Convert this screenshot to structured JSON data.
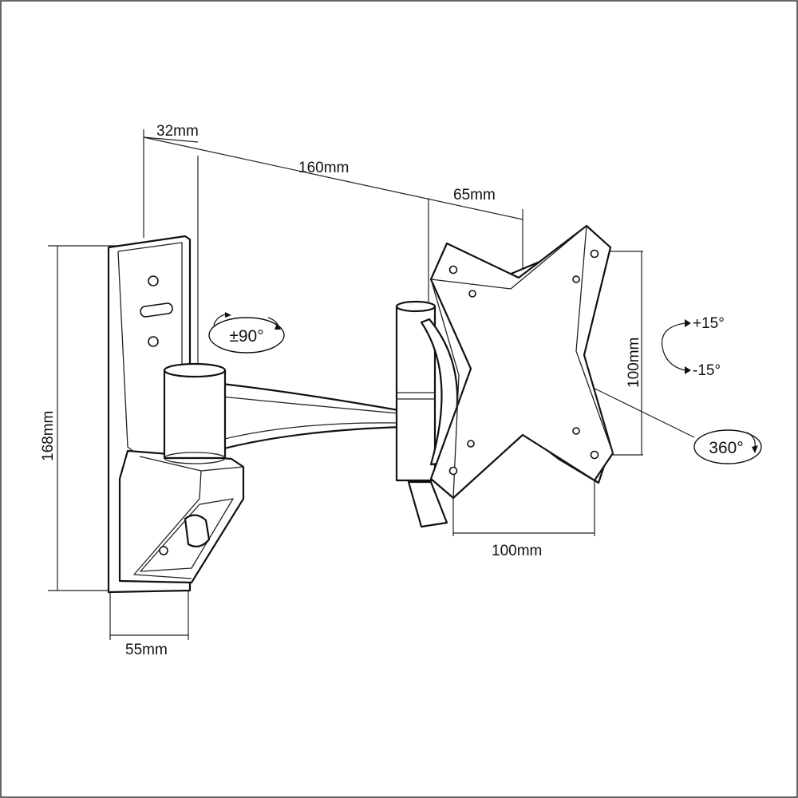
{
  "dimensions": {
    "top_offset": "32mm",
    "arm_length": "160mm",
    "plate_offset": "65mm",
    "height": "168mm",
    "base_depth": "55mm",
    "vesa_horizontal": "100mm",
    "vesa_vertical": "100mm"
  },
  "adjustments": {
    "swivel": "±90°",
    "tilt_up": "+15°",
    "tilt_down": "-15°",
    "rotation": "360°"
  },
  "colors": {
    "line": "#111111",
    "background": "#ffffff"
  }
}
